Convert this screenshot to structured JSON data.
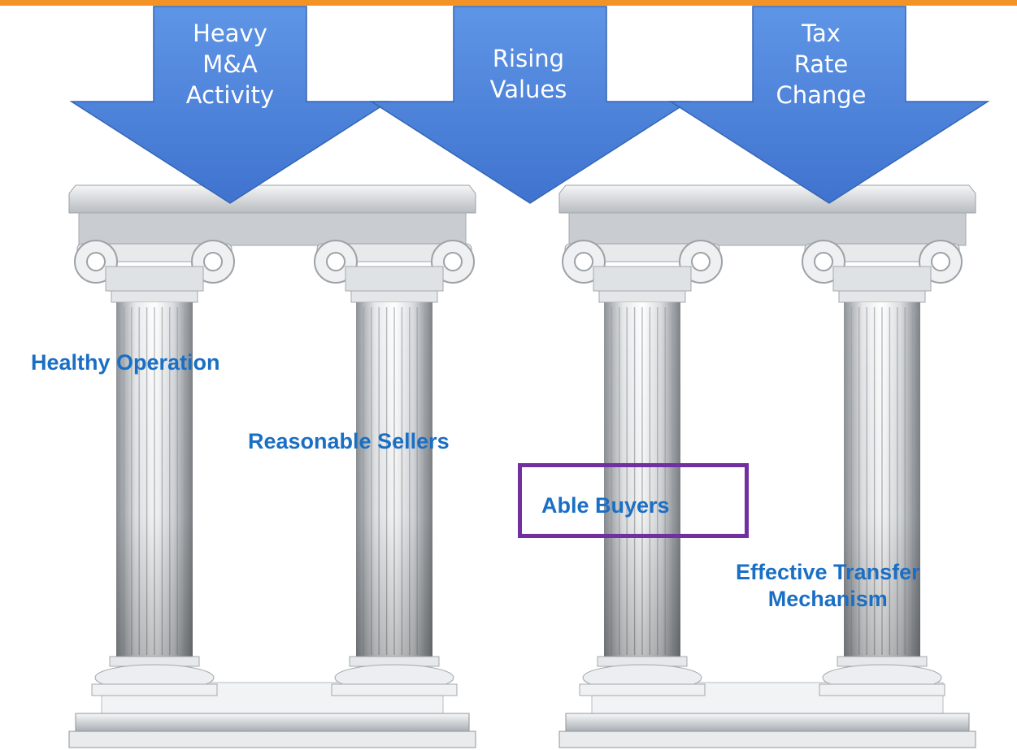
{
  "colors": {
    "top_bar": "#f39325",
    "arrow_fill": "#4f86dd",
    "label_text": "#1a6fc4",
    "highlight_border": "#7030a0",
    "pillar": "#d9dce0"
  },
  "arrows": [
    {
      "icon": "down-arrow-icon",
      "lines": [
        "Heavy",
        "M&A",
        "Activity"
      ]
    },
    {
      "icon": "down-arrow-icon",
      "lines": [
        "Rising",
        "Values"
      ]
    },
    {
      "icon": "down-arrow-icon",
      "lines": [
        "Tax",
        "Rate",
        "Change"
      ]
    }
  ],
  "pillars": [
    {
      "label_lines": [
        "Healthy Operation"
      ]
    },
    {
      "label_lines": [
        "Reasonable Sellers"
      ]
    },
    {
      "label_lines": [
        "Able Buyers"
      ],
      "highlighted": true
    },
    {
      "label_lines": [
        "Effective Transfer",
        "Mechanism"
      ]
    }
  ]
}
